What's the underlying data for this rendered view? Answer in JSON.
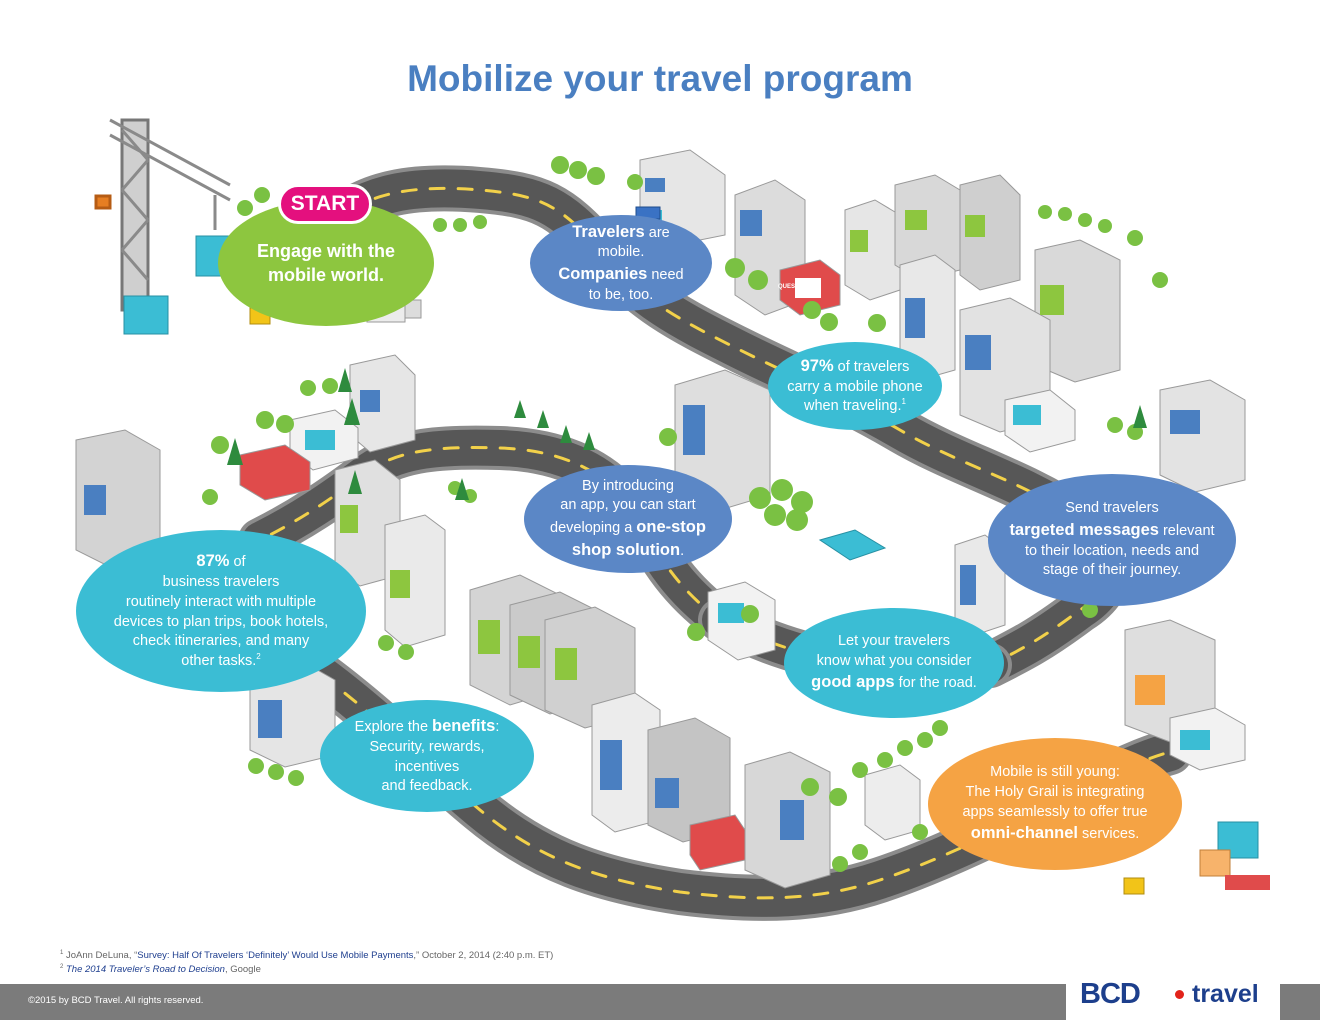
{
  "title": "Mobilize your travel program",
  "start_badge": "START",
  "bubbles": {
    "engage": {
      "line1": "Engage with the",
      "line2": "mobile world."
    },
    "travelers": {
      "bold1": "Travelers",
      "text1": " are mobile.",
      "bold2": "Companies",
      "text2": " need",
      "text3": "to be, too."
    },
    "stat97": {
      "bold": "97%",
      "text1": " of travelers",
      "text2": "carry a mobile phone",
      "text3": "when traveling.",
      "sup": "1"
    },
    "app": {
      "text1": "By introducing",
      "text2": "an app, you can start",
      "text3": "developing a ",
      "bold1": "one-stop",
      "bold2": "shop solution",
      "text4": "."
    },
    "targeted": {
      "text1": "Send travelers",
      "bold": "targeted messages",
      "text2": " relevant",
      "text3": "to their location, needs and",
      "text4": "stage of their journey."
    },
    "stat87": {
      "bold": "87%",
      "text0": " of",
      "text1": "business travelers",
      "text2": "routinely interact with multiple",
      "text3": "devices to plan trips, book hotels,",
      "text4": "check itineraries, and many",
      "text5": "other tasks.",
      "sup": "2"
    },
    "goodapps": {
      "text1": "Let your travelers",
      "text2": "know what you consider",
      "bold": "good apps",
      "text3": " for the road."
    },
    "benefits": {
      "text1": "Explore the ",
      "bold": "benefits",
      "text2": ":",
      "text3": "Security, rewards, incentives",
      "text4": "and feedback."
    },
    "young": {
      "text1": "Mobile is still young:",
      "text2": "The Holy Grail is integrating",
      "text3": "apps seamlessly to offer true",
      "bold": "omni-channel",
      "text4": " services."
    }
  },
  "sign_label": "QUESTIONS",
  "footnotes": {
    "fn1": {
      "sup": "1",
      "author": " JoAnn DeLuna, “",
      "link": "Survey: Half Of Travelers ‘Definitely’ Would Use Mobile Payments",
      "rest": ",” October 2, 2014 (2:40 p.m. ET)"
    },
    "fn2": {
      "sup": "2",
      "title": " The 2014 Traveler’s Road to Decision",
      "rest": ", Google"
    }
  },
  "copyright": "©2015 by BCD Travel. All rights reserved.",
  "logo": {
    "bcd": "BCD",
    "travel": "travel"
  },
  "colors": {
    "title": "#4a7fc1",
    "green": "#8dc63f",
    "blue": "#5b87c6",
    "teal": "#3bbdd4",
    "orange": "#f5a344",
    "start": "#e4107e",
    "road": "#555555",
    "road_edge": "#888888",
    "tree": "#7ac143",
    "logo": "#1d3f8c"
  }
}
